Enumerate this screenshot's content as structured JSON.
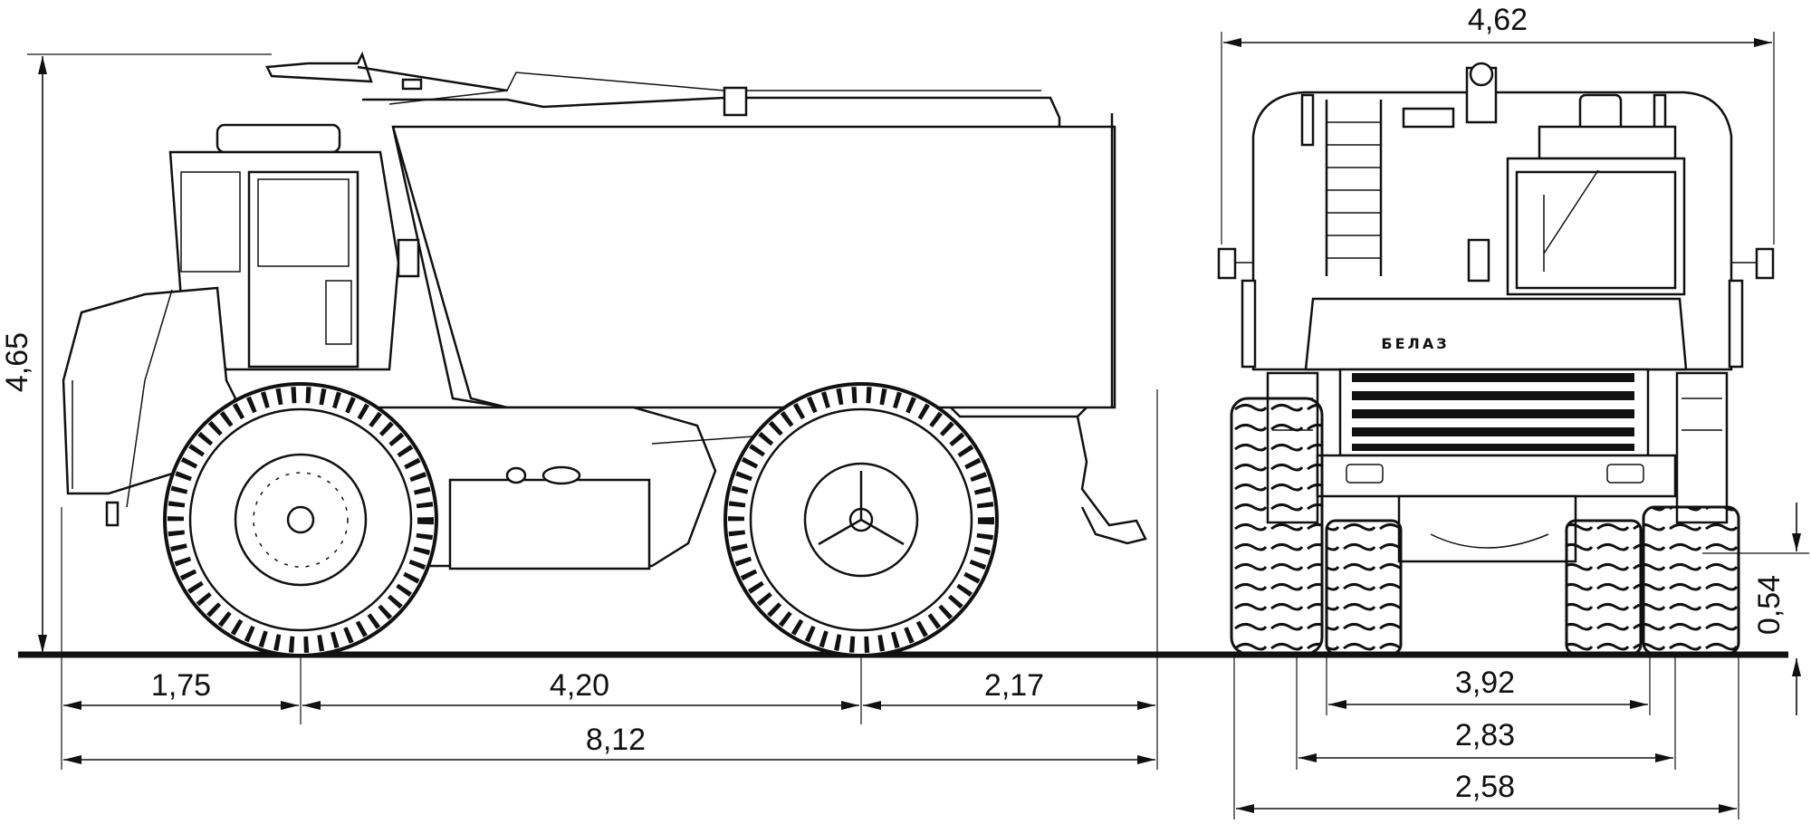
{
  "drawing": {
    "logo_text": "БЕЛАЗ",
    "side_view": {
      "height": "4,65",
      "front_overhang": "1,75",
      "wheelbase": "4,20",
      "rear_overhang": "2,17",
      "overall_length": "8,12"
    },
    "front_view": {
      "overall_width": "4,62",
      "ground_clearance": "0,54",
      "dim_392": "3,92",
      "dim_283": "2,83",
      "dim_258": "2,58"
    }
  }
}
